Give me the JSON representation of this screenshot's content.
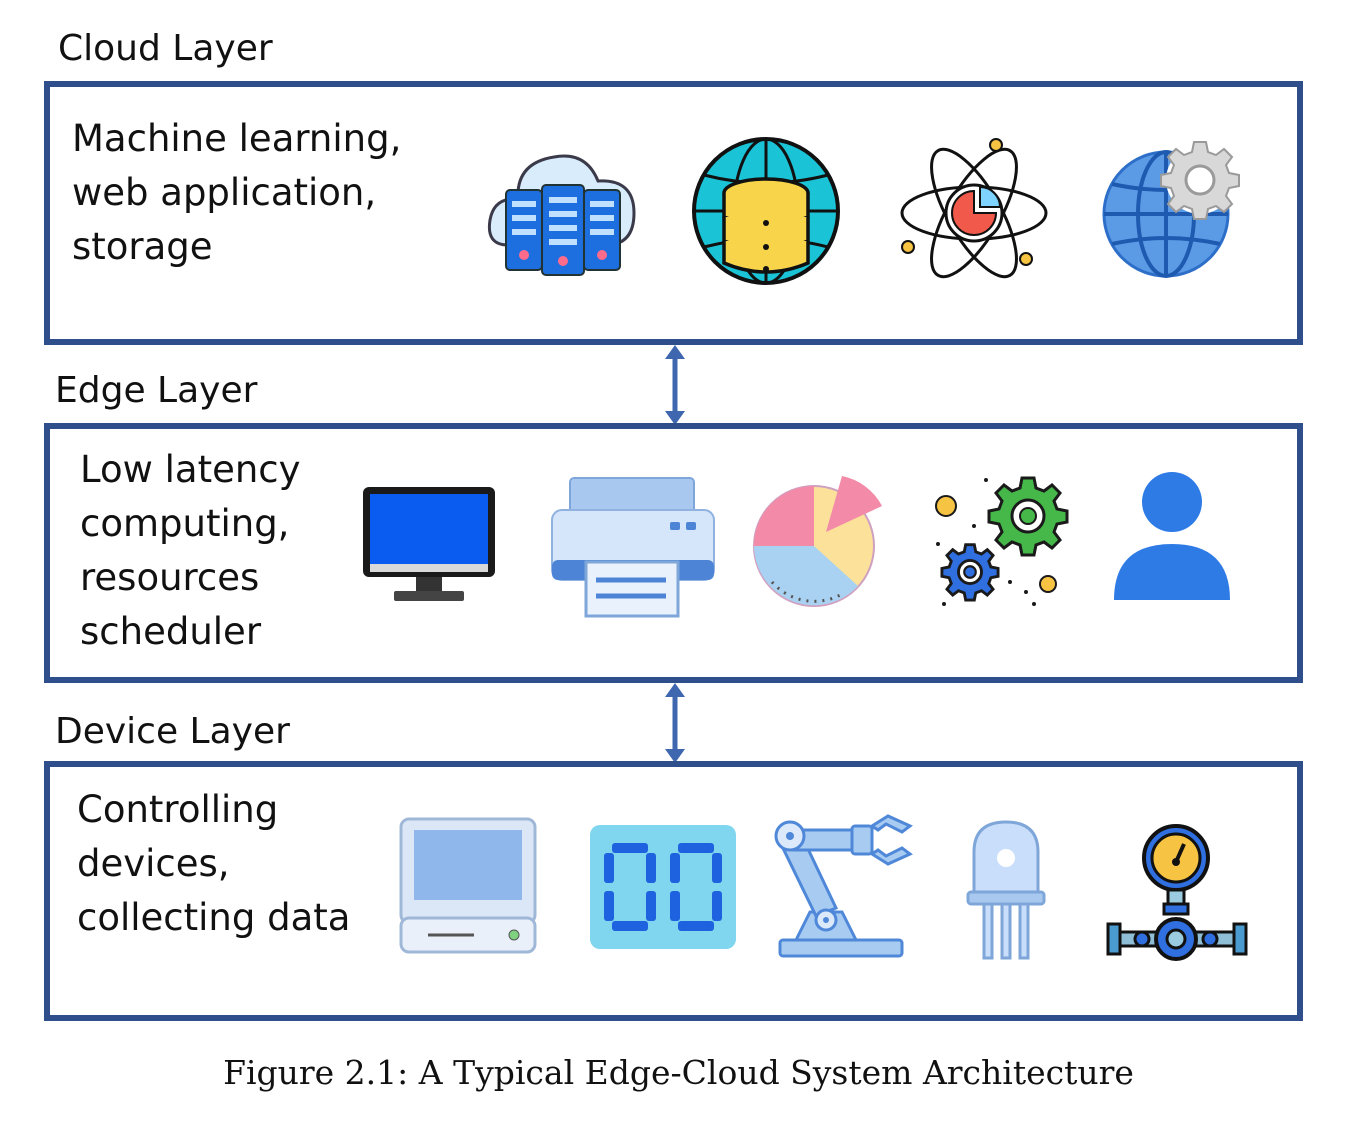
{
  "layers": [
    {
      "title": "Cloud Layer",
      "lines": [
        "Machine learning,",
        "web application,",
        "storage"
      ],
      "icons": [
        "cloud-server-icon",
        "globe-database-icon",
        "atom-analytics-icon",
        "globe-gear-icon"
      ]
    },
    {
      "title": "Edge Layer",
      "lines": [
        "Low latency",
        "computing,",
        "resources",
        "scheduler"
      ],
      "icons": [
        "monitor-icon",
        "printer-icon",
        "pie-chart-icon",
        "gears-icon",
        "user-icon"
      ]
    },
    {
      "title": "Device Layer",
      "lines": [
        "Controlling",
        "devices,",
        "collecting data"
      ],
      "icons": [
        "computer-icon",
        "seven-segment-display-icon",
        "robotic-arm-icon",
        "led-icon",
        "pressure-gauge-valve-icon"
      ]
    }
  ],
  "caption": "Figure 2.1: A Typical Edge-Cloud System Architecture",
  "colors": {
    "frame": "#2e4f8c",
    "arrow": "#3e67b0"
  }
}
